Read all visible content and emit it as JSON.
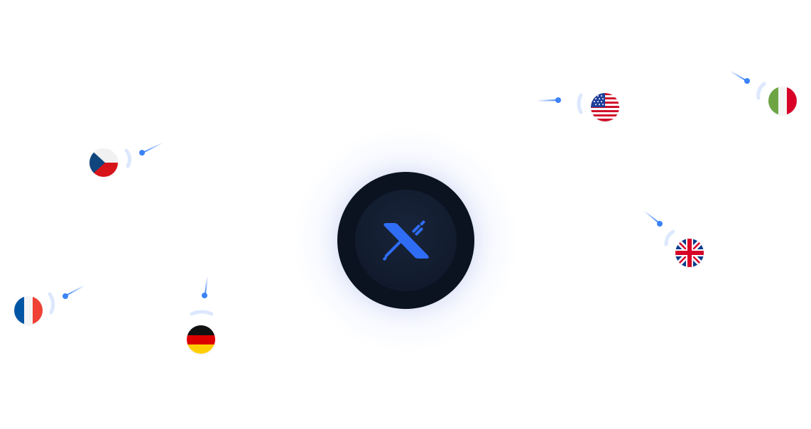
{
  "hub": {
    "logo_icon": "x-lines-icon",
    "accent_color": "#2f6df6",
    "background_color": "#0b1220"
  },
  "flags": [
    {
      "country": "czech-republic",
      "icon": "czech-flag-icon"
    },
    {
      "country": "france",
      "icon": "french-flag-icon"
    },
    {
      "country": "germany",
      "icon": "german-flag-icon"
    },
    {
      "country": "united-states",
      "icon": "us-flag-icon"
    },
    {
      "country": "italy",
      "icon": "italian-flag-icon"
    },
    {
      "country": "united-kingdom",
      "icon": "uk-flag-icon"
    }
  ],
  "trail_color": "#3b82f6"
}
